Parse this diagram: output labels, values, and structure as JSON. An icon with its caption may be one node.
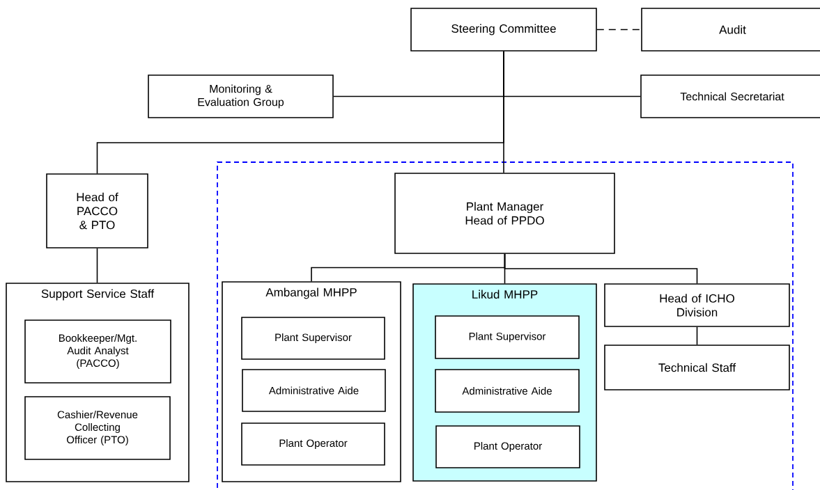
{
  "diagram": {
    "nodes": [
      {
        "text": [
          "Steering Committee"
        ]
      },
      {
        "text": [
          "Audit"
        ]
      },
      {
        "text": [
          "Monitoring & Evaluation Group"
        ]
      },
      {
        "text": [
          "Technical Secretariat"
        ]
      },
      {
        "text": [],
        "shape": "box"
      },
      {
        "text": [
          "Head of PACCO & PTO"
        ]
      },
      {
        "text": [
          "Plant Manager Head of PPDO"
        ],
        "in": 4
      },
      {
        "text": [
          "Support Service Staff"
        ]
      },
      {
        "text": [
          "Bookkeeper/Mgt. Audit Analyst (PACCO)"
        ],
        "in": 7
      },
      {
        "text": [
          "Cashier/Revenue Collecting Officer (PTO)"
        ],
        "in": 7
      },
      {
        "text": [
          "Ambangal MHPP"
        ],
        "in": 4
      },
      {
        "text": [
          "Plant Supervisor"
        ],
        "in": 10
      },
      {
        "text": [
          "Administrative Aide"
        ],
        "in": 10
      },
      {
        "text": [
          "Plant Operator"
        ],
        "in": 10
      },
      {
        "text": [
          "Likud  MHPP"
        ],
        "in": 4
      },
      {
        "text": [
          "Plant Supervisor"
        ],
        "in": 14
      },
      {
        "text": [
          "Administrative Aide"
        ],
        "in": 14
      },
      {
        "text": [
          "Plant Operator"
        ],
        "in": 14
      },
      {
        "text": [
          "Head of ICHO Division"
        ],
        "in": 4
      },
      {
        "text": [
          "Technical Staff"
        ],
        "in": 4
      }
    ],
    "edges": [
      {
        "from": 0,
        "to": 1,
        "arrow": "none",
        "style": "dashed"
      },
      {
        "from": 0,
        "to": 2,
        "arrow": "none"
      },
      {
        "from": 0,
        "to": 3,
        "arrow": "none"
      },
      {
        "from": 0,
        "to": 5,
        "arrow": "none"
      },
      {
        "from": 0,
        "to": 6,
        "arrow": "none"
      },
      {
        "from": 5,
        "to": 7,
        "arrow": "none"
      },
      {
        "from": 6,
        "to": 10,
        "arrow": "none"
      },
      {
        "from": 6,
        "to": 14,
        "arrow": "none"
      },
      {
        "from": 6,
        "to": 18,
        "arrow": "none"
      },
      {
        "from": 18,
        "to": 19,
        "arrow": "none"
      }
    ]
  }
}
